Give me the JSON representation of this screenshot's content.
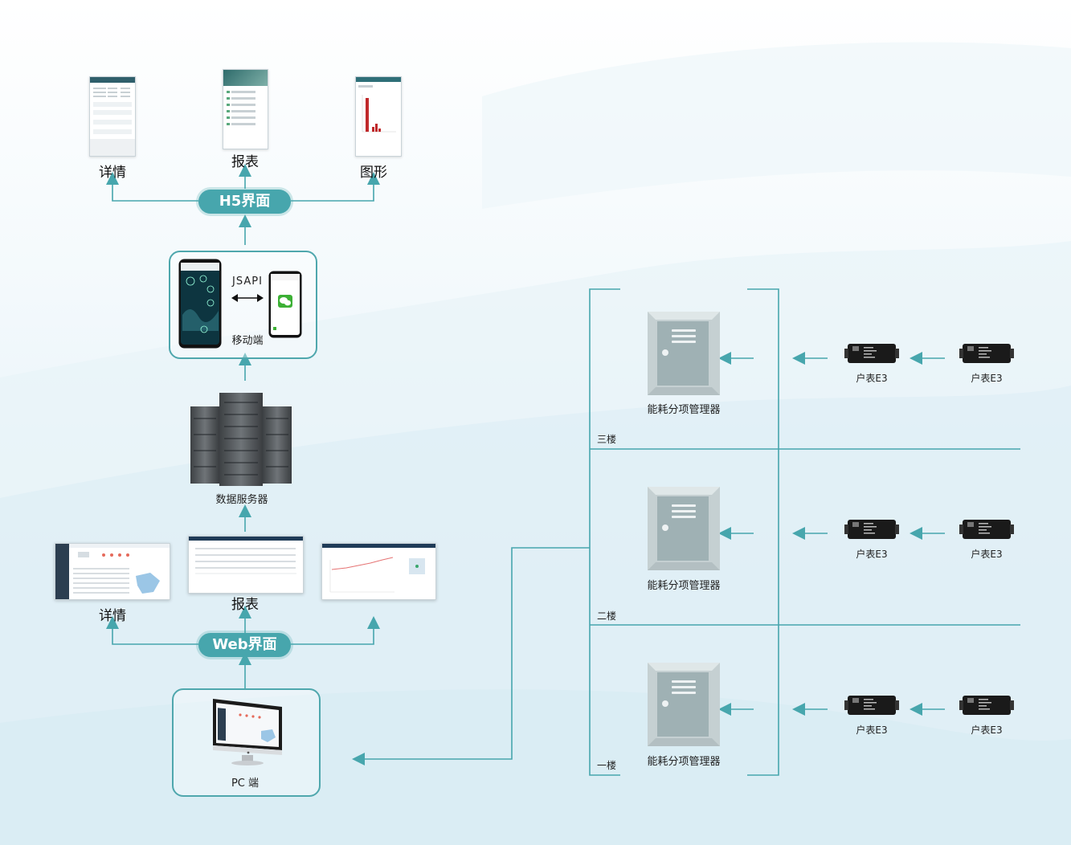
{
  "h5": {
    "pill_label": "H5界面",
    "details_label": "详情",
    "report_label": "报表",
    "chart_label": "图形"
  },
  "mobile": {
    "api_label": "JSAPI",
    "caption": "移动端"
  },
  "server": {
    "caption": "数据服务器"
  },
  "web": {
    "pill_label": "Web界面",
    "details_label": "详情",
    "report_label": "报表"
  },
  "pc": {
    "caption": "PC 端"
  },
  "floors": [
    {
      "label": "三楼",
      "manager_label": "能耗分项管理器",
      "meter_left": "户表E3",
      "meter_right": "户表E3"
    },
    {
      "label": "二楼",
      "manager_label": "能耗分项管理器",
      "meter_left": "户表E3",
      "meter_right": "户表E3"
    },
    {
      "label": "一楼",
      "manager_label": "能耗分项管理器",
      "meter_left": "户表E3",
      "meter_right": "户表E3"
    }
  ],
  "colors": {
    "teal": "#47a6ad",
    "cabinet": "#c9d4d6",
    "meter": "#1a1a1a"
  }
}
